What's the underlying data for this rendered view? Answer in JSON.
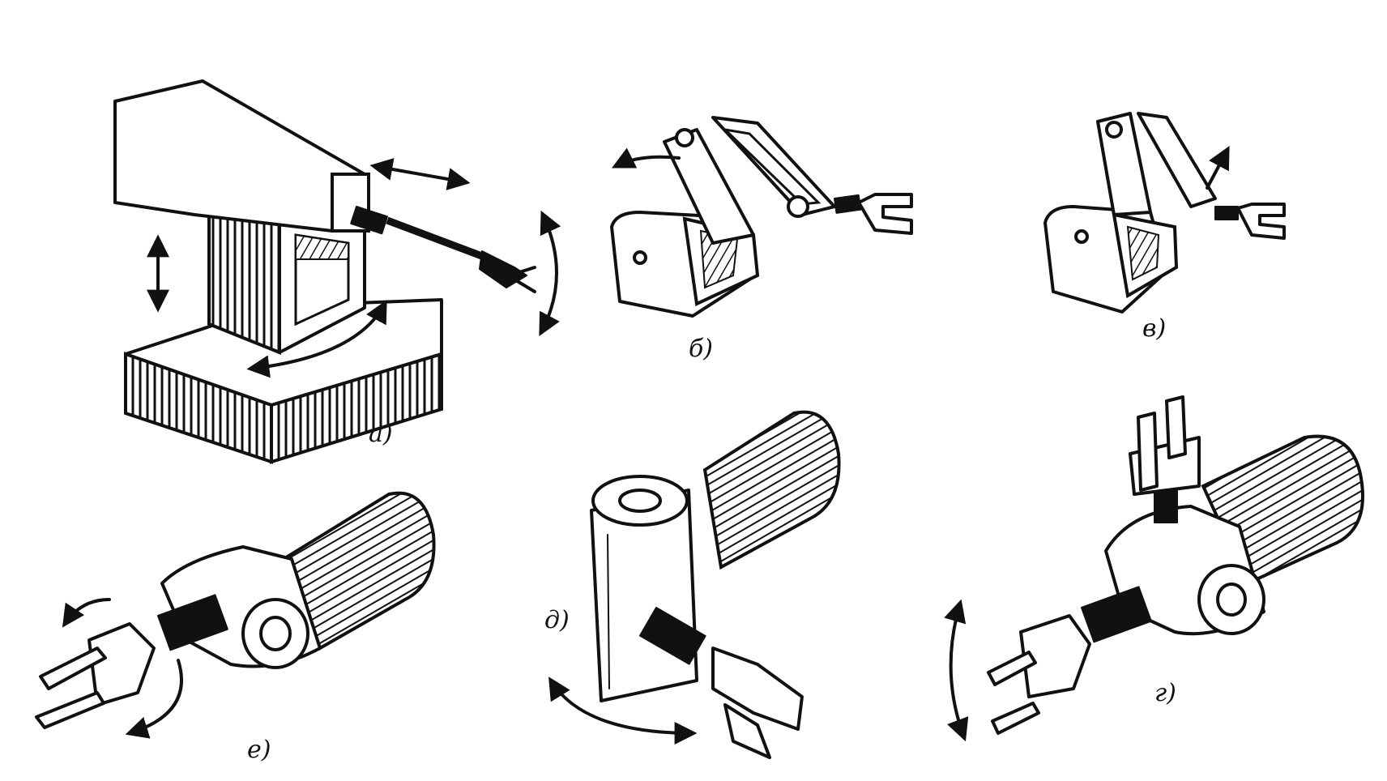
{
  "labels": {
    "a": "а)",
    "b": "б)",
    "v": "в)",
    "g": "г)",
    "d": "д)",
    "e": "е)"
  },
  "colors": {
    "ink": "#111111",
    "paper": "#ffffff"
  }
}
